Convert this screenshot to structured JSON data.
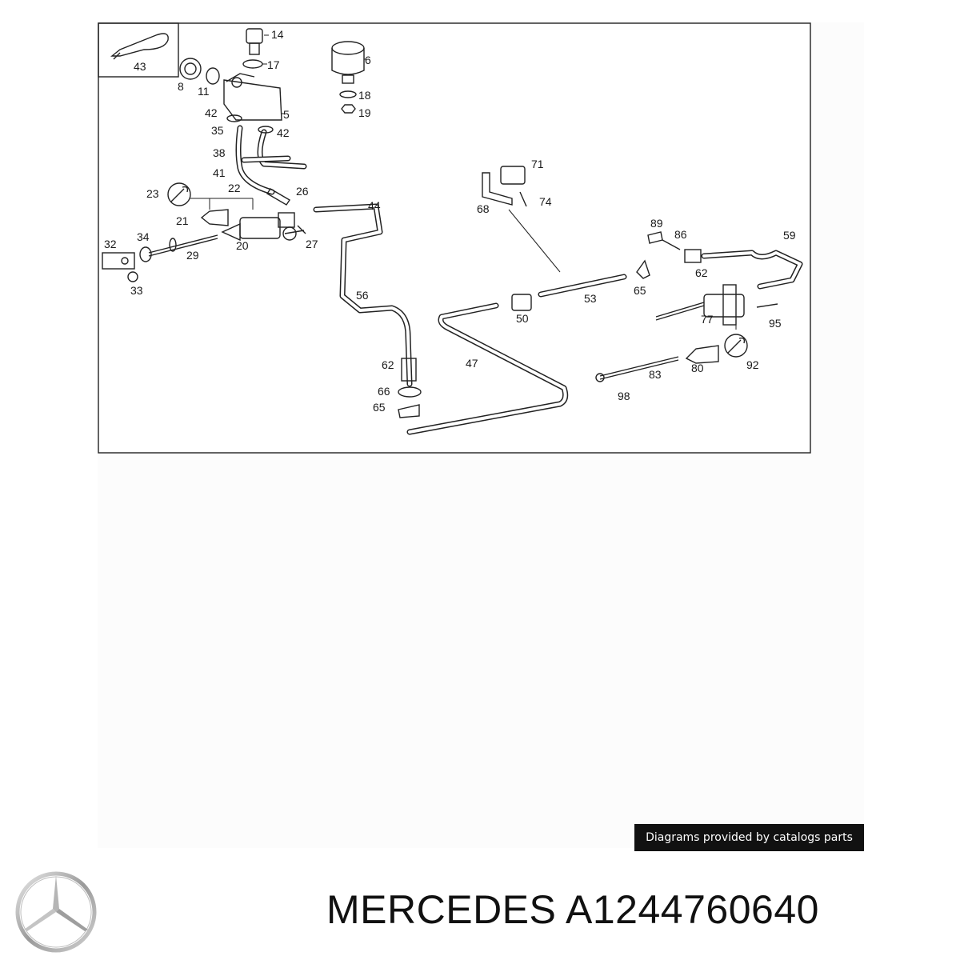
{
  "diagram": {
    "callouts": [
      "43",
      "14",
      "17",
      "8",
      "11",
      "6",
      "18",
      "19",
      "42",
      "5",
      "35",
      "42",
      "38",
      "41",
      "22",
      "26",
      "23",
      "21",
      "44",
      "71",
      "74",
      "68",
      "89",
      "86",
      "59",
      "32",
      "34",
      "29",
      "20",
      "27",
      "33",
      "62",
      "56",
      "53",
      "65",
      "50",
      "77",
      "95",
      "47",
      "62",
      "66",
      "65",
      "80",
      "92",
      "83",
      "98"
    ]
  },
  "credit": {
    "text": "Diagrams provided by catalogs parts"
  },
  "product": {
    "brand": "MERCEDES",
    "part_number": "A1244760640"
  },
  "icons": {
    "logo": "mercedes-star-icon",
    "service": "wrench-icon"
  },
  "colors": {
    "ink": "#222222",
    "credit_bg": "#111111",
    "credit_text": "#ffffff"
  }
}
